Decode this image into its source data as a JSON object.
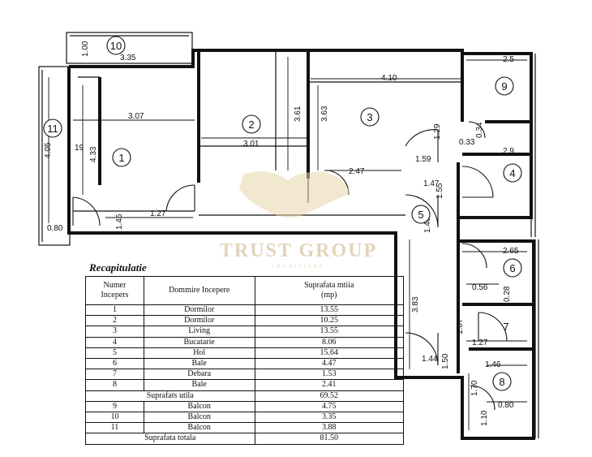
{
  "plan": {
    "rooms": [
      {
        "num": "1"
      },
      {
        "num": "2"
      },
      {
        "num": "3"
      },
      {
        "num": "4"
      },
      {
        "num": "5"
      },
      {
        "num": "6"
      },
      {
        "num": "7"
      },
      {
        "num": "8"
      },
      {
        "num": "9"
      },
      {
        "num": "10"
      },
      {
        "num": "11"
      }
    ],
    "dimensions": {
      "d_335": "3.35",
      "d_100": "1.00",
      "d_410": "4.10",
      "d_25": "2.5",
      "d_307": "3.07",
      "d_361": "3.61",
      "d_363": "3.63",
      "d_301": "3.01",
      "d_405": "4.05",
      "d_433": "4.33",
      "d_19": "19",
      "d_080": "0.80",
      "d_127": "1.27",
      "d_145": "1.45",
      "d_247": "2.47",
      "d_159": "1.59",
      "d_129": "1.29",
      "d_147": "1.47",
      "d_155": "1.55",
      "d_034": "0.34",
      "d_033": "0.33",
      "d_29": "2.9",
      "d_140": "1.40",
      "d_265": "2.65",
      "d_383": "3.83",
      "d_056": "0.56",
      "d_107": "1.07",
      "d_127b": "1.27",
      "d_144": "1.44",
      "d_150": "1.50",
      "d_146": "1.46",
      "d_170": "1.70",
      "d_080b": "0.80",
      "d_028": "0.28",
      "d_110": "1.10"
    },
    "watermark": {
      "text": "TRUST GROUP",
      "sub": "IMOBILIARE"
    }
  },
  "recap": {
    "title": "Recapitulatie",
    "headers": {
      "num": "Numer\nIncepers",
      "name": "Dommire Incepere",
      "area": "Suprafata mtiia\n(mp)"
    },
    "rows": [
      {
        "num": "1",
        "name": "Dormilor",
        "area": "13.55"
      },
      {
        "num": "2",
        "name": "Dormilor",
        "area": "10.25"
      },
      {
        "num": "3",
        "name": "Living",
        "area": "13.55"
      },
      {
        "num": "4",
        "name": "Bucatarie",
        "area": "8.06"
      },
      {
        "num": "5",
        "name": "Hol",
        "area": "15.64"
      },
      {
        "num": "6",
        "name": "Bale",
        "area": "4.47"
      },
      {
        "num": "7",
        "name": "Debara",
        "area": "1.53"
      },
      {
        "num": "8",
        "name": "Bale",
        "area": "2.41"
      }
    ],
    "subtotal_useful": {
      "label": "Suprafats utila",
      "area": "69.52"
    },
    "balcony_rows": [
      {
        "num": "9",
        "name": "Balcon",
        "area": "4.75"
      },
      {
        "num": "10",
        "name": "Balcon",
        "area": "3.35"
      },
      {
        "num": "11",
        "name": "Balcon",
        "area": "3.88"
      }
    ],
    "total": {
      "label": "Suprafata totala",
      "area": "81.50"
    }
  }
}
